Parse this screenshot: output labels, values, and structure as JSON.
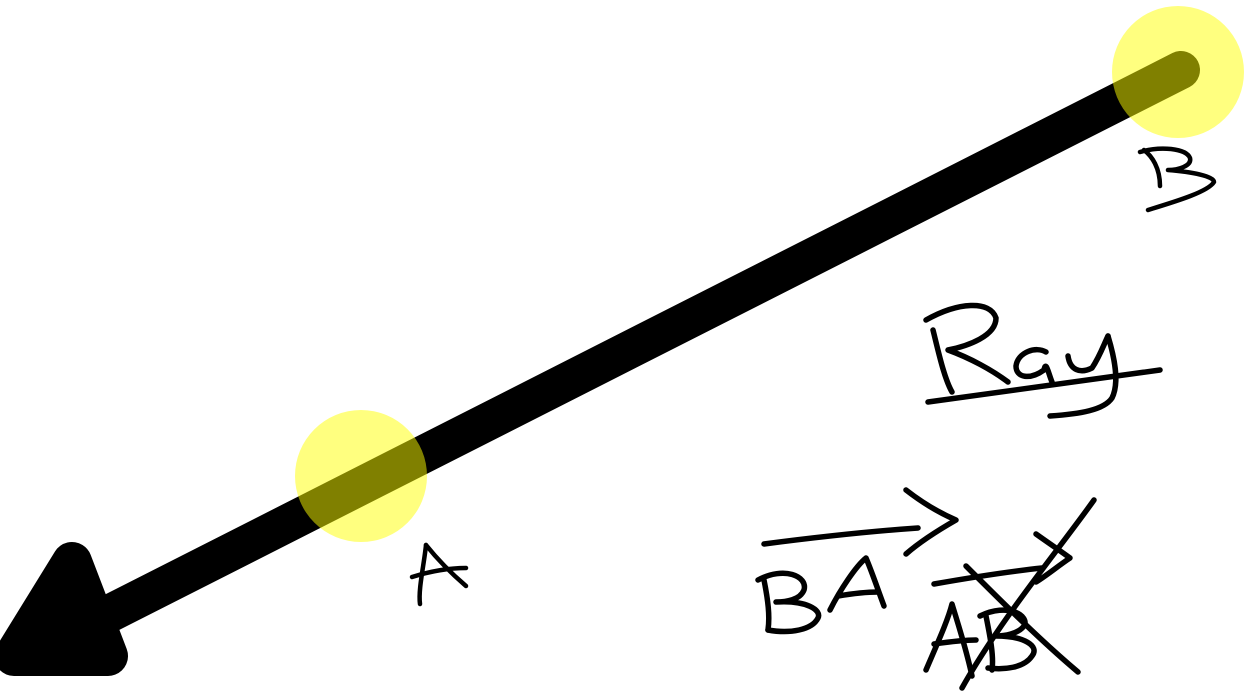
{
  "colors": {
    "background": "#ffffff",
    "ink": "#000000",
    "highlight": "#ffff66"
  },
  "diagram": {
    "point_a_label": "A",
    "point_b_label": "B",
    "title": "Ray",
    "correct_notation": "BA",
    "incorrect_notation": "AB",
    "incorrect_marked": true
  }
}
